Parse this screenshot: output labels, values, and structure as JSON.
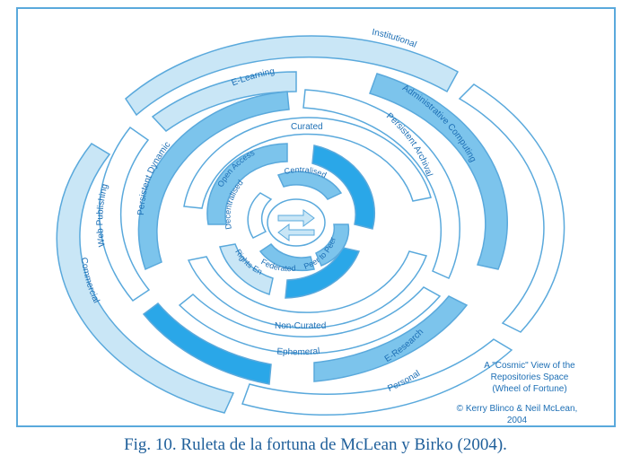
{
  "caption": "Fig. 10. Ruleta de la fortuna de McLean y Birko (2004).",
  "diagram": {
    "rings": {
      "outer": [
        "Institutional",
        "Commercial",
        "Personal"
      ],
      "second": [
        "E-Learning",
        "Administrative Computing",
        "Web Publishing",
        "E-Research"
      ],
      "third": [
        "Persistent Dynamic",
        "Persistent Archival",
        "Ephemeral"
      ],
      "fourth": [
        "Curated",
        "Non-Curated"
      ],
      "inner": [
        "Open Access",
        "Centralised",
        "Decentralised",
        "Rights Enforcement",
        "Federated",
        "Peer to Peer"
      ]
    },
    "credit": {
      "title_line1": "A \"Cosmic\" View of the",
      "title_line2": "Repositories Space",
      "title_line3": "(Wheel of Fortune)",
      "author_line1": "© Kerry Blinco & Neil McLean,",
      "author_line2": "2004"
    }
  },
  "colors": {
    "ring_light": "#c9e6f6",
    "ring_mid": "#7cc4ec",
    "ring_dark": "#2aa7e8",
    "text": "#1d6fb5",
    "frame": "#5aa9dc"
  }
}
